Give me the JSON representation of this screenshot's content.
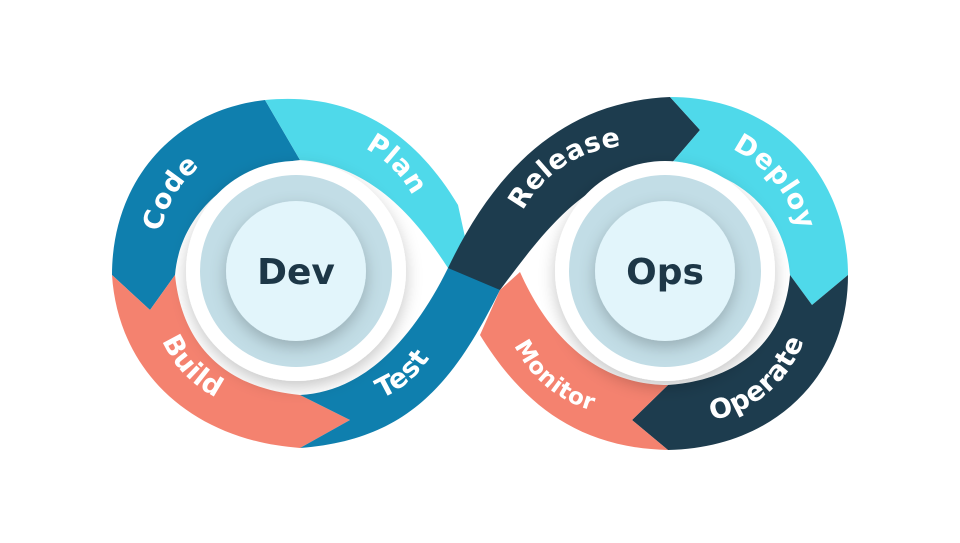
{
  "hubs": {
    "dev": "Dev",
    "ops": "Ops"
  },
  "stages": {
    "plan": "Plan",
    "code": "Code",
    "build": "Build",
    "test": "Test",
    "release": "Release",
    "deploy": "Deploy",
    "operate": "Operate",
    "monitor": "Monitor"
  },
  "colors": {
    "plan": "#4fd9ea",
    "code": "#0f7fae",
    "build": "#f4826f",
    "test": "#0f7fae",
    "release": "#1d3c4e",
    "deploy": "#4fd9ea",
    "operate": "#1d3c4e",
    "monitor": "#f4826f",
    "hub_ring": "#c2dde6",
    "hub_core": "#e2f5fb",
    "hub_text": "#1d3747"
  }
}
